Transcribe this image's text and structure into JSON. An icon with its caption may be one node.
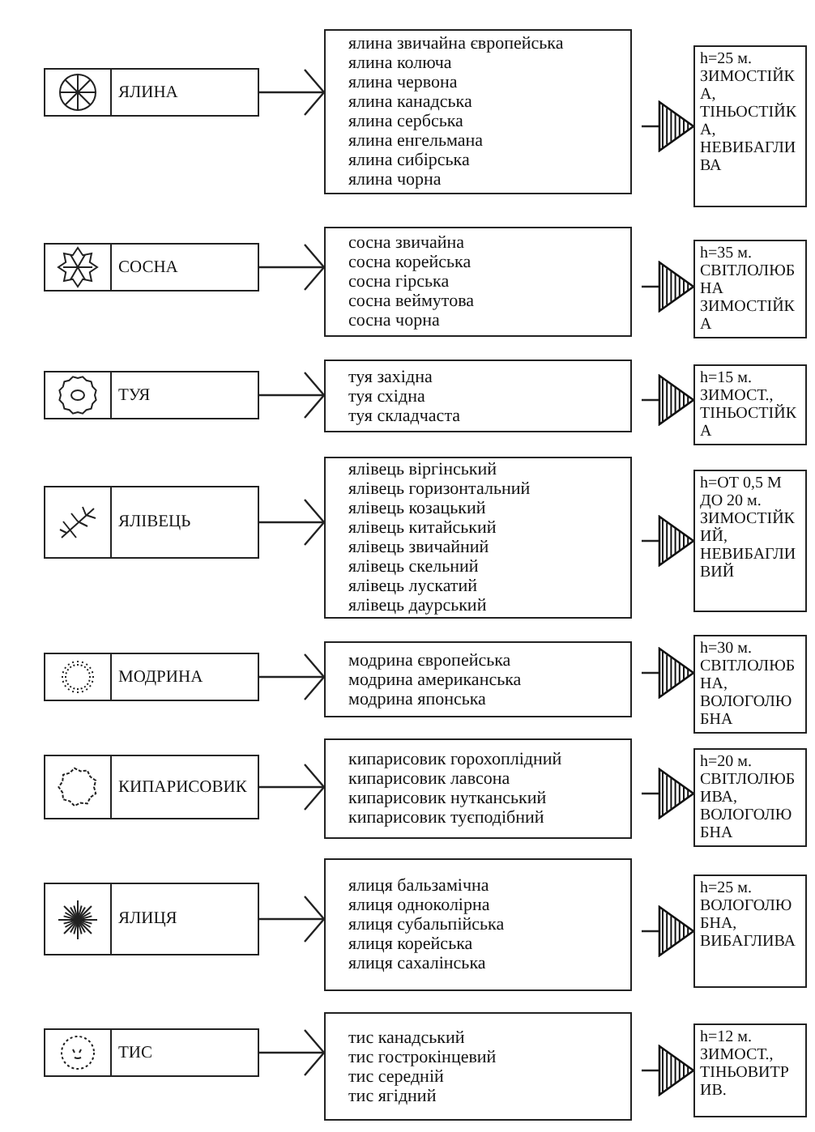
{
  "diagram": {
    "nodes": [
      {
        "text": [
          "ЯЛИНА"
        ]
      },
      {
        "text": [
          "ялина звичайна європейська",
          "ялина колюча",
          "ялина червона",
          "ялина канадська",
          "ялина сербська",
          "ялина енгельмана",
          "ялина сибірська",
          "ялина чорна"
        ]
      },
      {
        "text": [
          "h=25 м. ЗИМОСТІЙКА, ТІНЬОСТІЙКА, НЕВИБАГЛИВА"
        ]
      },
      {
        "text": [
          "СОСНА"
        ]
      },
      {
        "text": [
          "сосна звичайна",
          "сосна корейська",
          "сосна гірська",
          "сосна веймутова",
          "сосна чорна"
        ]
      },
      {
        "text": [
          "h=35 м. СВІТЛОЛЮБНА ЗИМОСТІЙКА"
        ]
      },
      {
        "text": [
          "ТУЯ"
        ]
      },
      {
        "text": [
          "туя західна",
          "туя східна",
          "туя складчаста"
        ]
      },
      {
        "text": [
          "h=15 м. ЗИМОСТ., ТІНЬОСТІЙКА"
        ]
      },
      {
        "text": [
          "ЯЛІВЕЦЬ"
        ]
      },
      {
        "text": [
          "ялівець віргінський",
          "ялівець горизонтальний",
          "ялівець козацький",
          "ялівець китайський",
          "ялівець звичайний",
          "ялівець скельний",
          "ялівець лускатий",
          "ялівець даурський"
        ]
      },
      {
        "text": [
          "h=ОТ 0,5 М ДО 20 м. ЗИМОСТІЙКИЙ, НЕВИБАГЛИВИЙ"
        ]
      },
      {
        "text": [
          "МОДРИНА"
        ]
      },
      {
        "text": [
          "модрина європейська",
          "модрина американська",
          "модрина японська"
        ]
      },
      {
        "text": [
          "h=30 м. СВІТЛОЛЮБНА, ВОЛОГОЛЮБНА"
        ]
      },
      {
        "text": [
          "КИПАРИСОВИК"
        ]
      },
      {
        "text": [
          "кипарисовик горохоплідний",
          "кипарисовик лавсона",
          "кипарисовик нутканський",
          "кипарисовик туєподібний"
        ]
      },
      {
        "text": [
          "h=20 м. СВІТЛОЛЮБИВА, ВОЛОГОЛЮБНА"
        ]
      },
      {
        "text": [
          "ЯЛИЦЯ"
        ]
      },
      {
        "text": [
          "ялиця бальзамічна",
          "ялиця одноколірна",
          "ялиця субальпійська",
          "ялиця корейська",
          "ялиця сахалінська"
        ]
      },
      {
        "text": [
          "h=25 м. ВОЛОГОЛЮБНА, ВИБАГЛИВА"
        ]
      },
      {
        "text": [
          "ТИС"
        ]
      },
      {
        "text": [
          "тис канадський",
          "тис гострокінцевий",
          "тис середній",
          "тис ягідний"
        ]
      },
      {
        "text": [
          "h=12 м. ЗИМОСТ., ТІНЬОВИТРИВ."
        ]
      }
    ],
    "edges": [
      {
        "from": 0,
        "to": 1,
        "arrow": "to"
      },
      {
        "from": 1,
        "to": 2,
        "arrow": "to"
      },
      {
        "from": 3,
        "to": 4,
        "arrow": "to"
      },
      {
        "from": 4,
        "to": 5,
        "arrow": "to"
      },
      {
        "from": 6,
        "to": 7,
        "arrow": "to"
      },
      {
        "from": 7,
        "to": 8,
        "arrow": "to"
      },
      {
        "from": 9,
        "to": 10,
        "arrow": "to"
      },
      {
        "from": 10,
        "to": 11,
        "arrow": "to"
      },
      {
        "from": 12,
        "to": 13,
        "arrow": "to"
      },
      {
        "from": 13,
        "to": 14,
        "arrow": "to"
      },
      {
        "from": 15,
        "to": 16,
        "arrow": "to"
      },
      {
        "from": 16,
        "to": 17,
        "arrow": "to"
      },
      {
        "from": 18,
        "to": 19,
        "arrow": "to"
      },
      {
        "from": 19,
        "to": 20,
        "arrow": "to"
      },
      {
        "from": 21,
        "to": 22,
        "arrow": "to"
      },
      {
        "from": 22,
        "to": 23,
        "arrow": "to"
      }
    ]
  }
}
